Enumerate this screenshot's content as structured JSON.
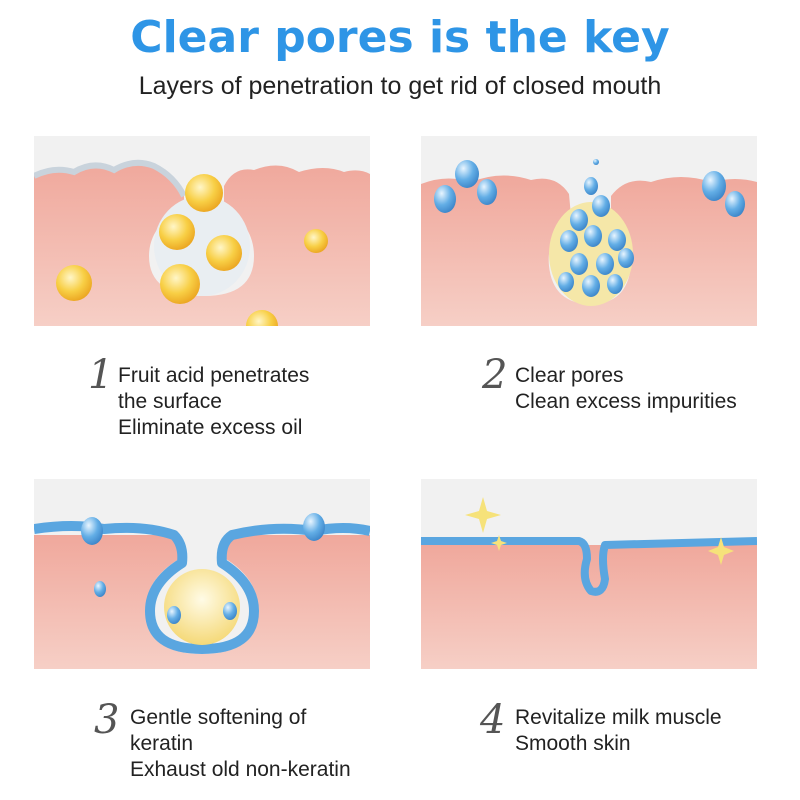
{
  "header": {
    "title": "Clear pores is the key",
    "subtitle": "Layers of penetration to get rid of closed mouth"
  },
  "steps": [
    {
      "number": "1",
      "lines": [
        "Fruit acid penetrates",
        "the surface",
        "Eliminate excess oil"
      ]
    },
    {
      "number": "2",
      "lines": [
        "Clear pores",
        "Clean excess impurities"
      ]
    },
    {
      "number": "3",
      "lines": [
        "Gentle softening of",
        "keratin",
        "Exhaust old non-keratin"
      ]
    },
    {
      "number": "4",
      "lines": [
        "Revitalize milk muscle",
        "Smooth skin"
      ]
    }
  ],
  "colors": {
    "title": "#2e95e6",
    "skin": "#e8998e",
    "oil_drop": "#f7c63a",
    "water_drop": "#5aa6e0",
    "sparkle": "#f6e27a"
  }
}
